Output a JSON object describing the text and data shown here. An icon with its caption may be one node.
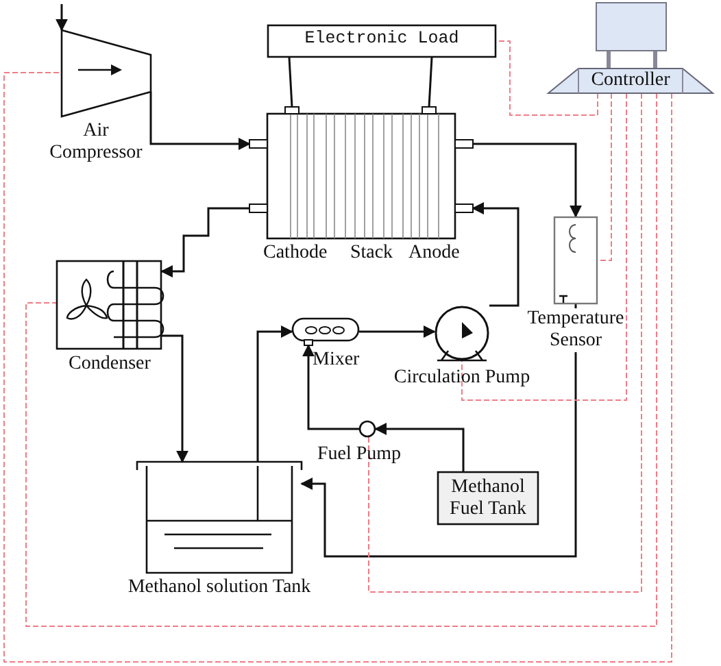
{
  "diagram": {
    "nodes": [
      {
        "text": [
          "Electronic Load"
        ]
      },
      {
        "text": [
          "Controller"
        ]
      },
      {
        "text": [
          "Air Compressor"
        ]
      },
      {
        "text": [
          "Cathode",
          "Stack",
          "Anode"
        ]
      },
      {
        "text": [
          "Condenser"
        ]
      },
      {
        "text": [
          "Temperature Sensor"
        ]
      },
      {
        "text": [
          "Mixer"
        ]
      },
      {
        "text": [
          "Circulation Pump"
        ]
      },
      {
        "text": [
          "Fuel Pump"
        ]
      },
      {
        "text": [
          "Methanol Fuel Tank"
        ]
      },
      {
        "text": [
          "Methanol solution Tank"
        ]
      }
    ],
    "edges": [
      {
        "from": null,
        "to": 2,
        "arrow": "to"
      },
      {
        "from": 2,
        "to": 3,
        "arrow": "to"
      },
      {
        "from": 3,
        "to": 4,
        "arrow": "to"
      },
      {
        "from": 4,
        "to": 10,
        "arrow": "to"
      },
      {
        "from": 10,
        "to": 6,
        "arrow": "to"
      },
      {
        "from": 6,
        "to": 7,
        "arrow": "to"
      },
      {
        "from": 7,
        "to": 3,
        "arrow": "to"
      },
      {
        "from": 3,
        "to": 5,
        "arrow": "to"
      },
      {
        "from": 5,
        "to": 10,
        "arrow": "to"
      },
      {
        "from": 9,
        "to": 8,
        "arrow": "to"
      },
      {
        "from": 8,
        "to": 6,
        "arrow": "to"
      },
      {
        "from": 0,
        "to": 3,
        "arrow": "none"
      },
      {
        "from": 0,
        "to": 3,
        "arrow": "none"
      },
      {
        "from": 1,
        "to": 0,
        "arrow": "none",
        "style": "dashed",
        "color": "#f07c86"
      },
      {
        "from": 1,
        "to": 5,
        "arrow": "none",
        "style": "dashed",
        "color": "#f07c86"
      },
      {
        "from": 1,
        "to": 7,
        "arrow": "none",
        "style": "dashed",
        "color": "#f07c86"
      },
      {
        "from": 1,
        "to": 8,
        "arrow": "none",
        "style": "dashed",
        "color": "#f07c86"
      },
      {
        "from": 1,
        "to": 4,
        "arrow": "none",
        "style": "dashed",
        "color": "#f07c86"
      },
      {
        "from": 1,
        "to": 2,
        "arrow": "none",
        "style": "dashed",
        "color": "#f07c86"
      }
    ]
  }
}
